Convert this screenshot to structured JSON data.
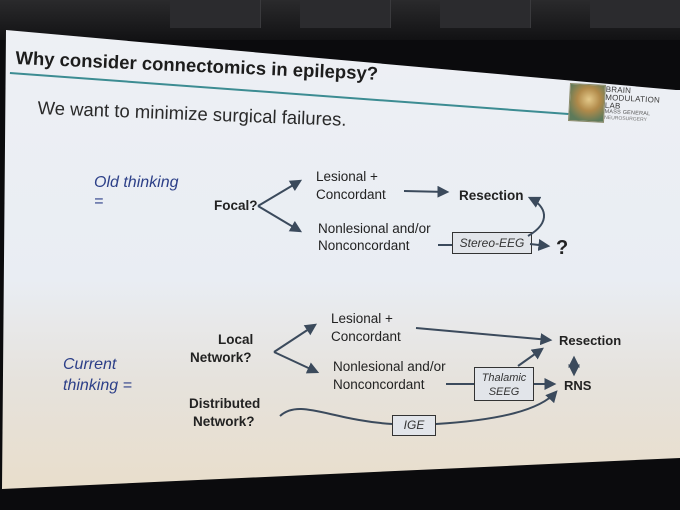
{
  "slide": {
    "title": "Why consider connectomics in epilepsy?",
    "subtitle": "We want to minimize surgical failures.",
    "logo": {
      "line1": "BRAIN",
      "line2": "MODULATION",
      "line3": "LAB",
      "line4": "MASS GENERAL",
      "line5": "NEUROSURGERY"
    }
  },
  "old_thinking": {
    "label_1": "Old thinking",
    "label_2": "=",
    "focal": "Focal?",
    "lesional_1": "Lesional +",
    "lesional_2": "Concordant",
    "resection": "Resection",
    "nonlesional_1": "Nonlesional  and/or",
    "nonlesional_2": "Nonconcordant",
    "stereo_eeg": "Stereo-EEG",
    "question": "?"
  },
  "current_thinking": {
    "label_1": "Current",
    "label_2": "thinking =",
    "local_1": "Local",
    "local_2": "Network?",
    "distributed_1": "Distributed",
    "distributed_2": "Network?",
    "lesional_1": "Lesional +",
    "lesional_2": "Concordant",
    "nonlesional_1": "Nonlesional and/or",
    "nonlesional_2": "Nonconcordant",
    "thalamic_1": "Thalamic",
    "thalamic_2": "SEEG",
    "ige": "IGE",
    "resection": "Resection",
    "rns": "RNS"
  },
  "colors": {
    "accent_rule": "#3c8c92",
    "italic_label": "#2c3f88"
  }
}
